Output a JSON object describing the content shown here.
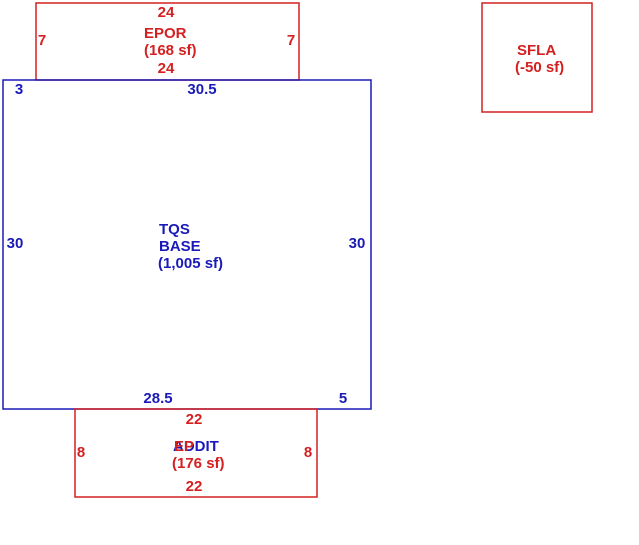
{
  "colors": {
    "red": "#d42020",
    "blue": "#1a1ab8"
  },
  "areas": {
    "epor": {
      "name": "EPOR",
      "area": "(168 sf)",
      "top_dim": "24",
      "bottom_dim": "24",
      "left_dim": "7",
      "right_dim": "7",
      "color": "#d42020"
    },
    "sfla": {
      "name": "SFLA",
      "area": "(-50 sf)",
      "color": "#d42020"
    },
    "base": {
      "name_line1": "TQS",
      "name_line2": "BASE",
      "area": "(1,005 sf)",
      "top_dim": "30.5",
      "top_left_dim": "3",
      "left_dim": "30",
      "right_dim": "30",
      "bottom_dim": "28.5",
      "bottom_right_dim": "5",
      "color": "#1a1ab8"
    },
    "addition": {
      "name_a": "ADDIT",
      "name_b": "EP",
      "area": "(176 sf)",
      "top_dim": "22",
      "bottom_dim": "22",
      "left_dim": "8",
      "right_dim": "8",
      "color": "#d42020"
    }
  }
}
